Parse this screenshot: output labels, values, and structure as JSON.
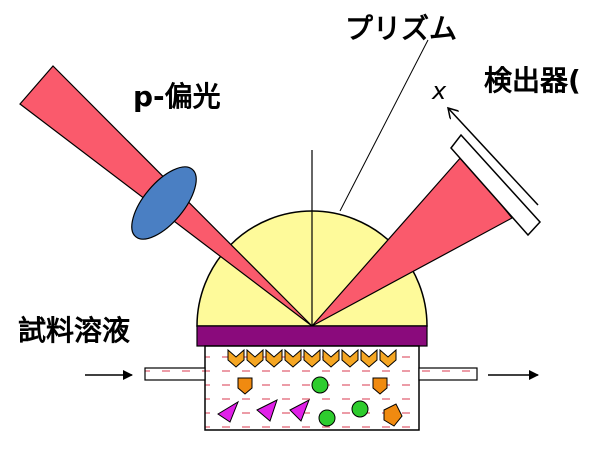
{
  "labels": {
    "prism": "プリズム",
    "polarized": "p-偏光",
    "x": "x",
    "detector": "検出器(",
    "sample": "試料溶液"
  },
  "colors": {
    "beam": "#fa5a6c",
    "lens": "#4a7fc3",
    "prism": "#fefa9a",
    "film": "#8a0a7c",
    "adsorbed": "#f5a623",
    "pentagon": "#f08a10",
    "circle": "#2ecc2e",
    "triangle": "#e020e8",
    "cell_dash": "#e05a6c"
  }
}
